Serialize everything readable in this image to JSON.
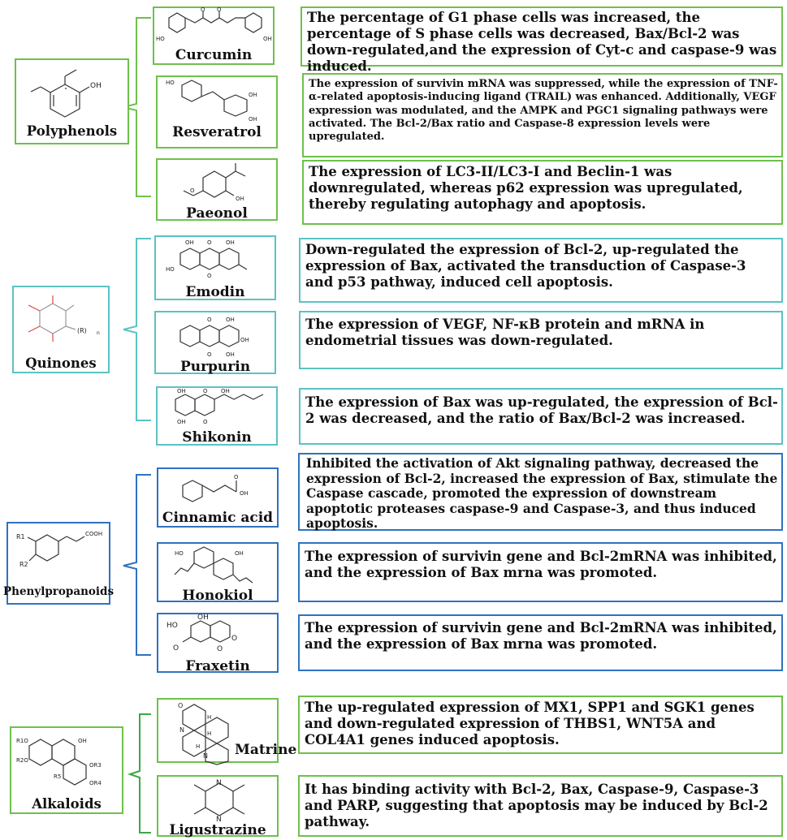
{
  "colors": {
    "polyphenols": "#6fc04b",
    "quinones": "#5cc2c4",
    "phenylpropanoids": "#2f72c0",
    "alkaloids": "#3aa845"
  },
  "categories": {
    "polyphenols": "Polyphenols",
    "quinones": "Quinones",
    "phenylpropanoids": "Phenylpropanoids",
    "alkaloids": "Alkaloids"
  },
  "compounds": {
    "curcumin": {
      "name": "Curcumin",
      "effect": "The percentage of G1 phase cells was increased, the percentage of S phase cells was decreased, Bax/Bcl-2 was down-regulated,and the expression of Cyt-c and caspase-9 was induced."
    },
    "resveratrol": {
      "name": "Resveratrol",
      "effect": "The expression of survivin mRNA was suppressed, while the expression of TNF-α-related apoptosis-inducing ligand (TRAIL) was enhanced. Additionally, VEGF expression was modulated, and the AMPK and PGC1 signaling pathways were activated. The Bcl-2/Bax ratio and Caspase-8 expression levels were upregulated."
    },
    "paeonol": {
      "name": "Paeonol",
      "effect": "The expression of LC3-II/LC3-I and Beclin-1 was downregulated, whereas p62 expression was upregulated, thereby regulating autophagy and apoptosis."
    },
    "emodin": {
      "name": "Emodin",
      "effect": "Down-regulated the expression of Bcl-2, up-regulated the expression of Bax, activated the transduction of Caspase-3 and p53 pathway, induced cell apoptosis."
    },
    "purpurin": {
      "name": "Purpurin",
      "effect": "The expression of VEGF, NF-κB protein and mRNA in endometrial tissues was down-regulated."
    },
    "shikonin": {
      "name": "Shikonin",
      "effect": "The expression of Bax was up-regulated, the expression of Bcl-2 was decreased, and the ratio of Bax/Bcl-2 was increased."
    },
    "cinnamic_acid": {
      "name": "Cinnamic acid",
      "effect": "Inhibited the activation of Akt signaling pathway, decreased the expression of Bcl-2, increased the expression of Bax, stimulate the Caspase cascade, promoted the expression of downstream apoptotic proteases caspase-9 and Caspase-3, and thus induced apoptosis."
    },
    "honokiol": {
      "name": "Honokiol",
      "effect": "The expression of survivin gene and Bcl-2mRNA was inhibited, and the expression of Bax mrna was promoted."
    },
    "fraxetin": {
      "name": "Fraxetin",
      "effect": "The expression of survivin gene and Bcl-2mRNA was inhibited, and the expression of Bax mrna was promoted."
    },
    "matrine": {
      "name": "Matrine",
      "effect": "The up-regulated expression of MX1, SPP1 and SGK1 genes and down-regulated expression of THBS1, WNT5A and COL4A1 genes induced apoptosis."
    },
    "ligustrazine": {
      "name": "Ligustrazine",
      "effect": "It has binding activity with Bcl-2, Bax, Caspase-9, Caspase-3 and PARP, suggesting that apoptosis may be induced by Bcl-2 pathway."
    }
  },
  "structure_labels": {
    "curcumin": [
      "HO",
      "OH",
      "O",
      "O"
    ],
    "resveratrol": [
      "HO",
      "OH",
      "OH"
    ],
    "paeonol": [
      "O",
      "OH"
    ],
    "emodin": [
      "OH",
      "O",
      "OH",
      "HO",
      "O"
    ],
    "purpurin": [
      "O",
      "OH",
      "OH",
      "OH",
      "O"
    ],
    "shikonin": [
      "OH",
      "O",
      "OH",
      "OH",
      "O"
    ],
    "cinnamic_acid": [
      "O",
      "OH"
    ],
    "honokiol": [
      "HO",
      "OH"
    ],
    "fraxetin": [
      "OH",
      "HO",
      "O",
      "O",
      "O"
    ],
    "matrine": [
      "O",
      "N",
      "H",
      "H",
      "H",
      "N"
    ],
    "ligustrazine": [
      "N",
      "N"
    ],
    "polyphenols": [
      "OH"
    ],
    "quinones": [
      "(R)",
      "n"
    ],
    "phenylpropanoids": [
      "R1",
      "R2",
      "COOH"
    ],
    "alkaloids": [
      "R1O",
      "R2O",
      "OH",
      "R5",
      "OR3",
      "OR4"
    ]
  }
}
